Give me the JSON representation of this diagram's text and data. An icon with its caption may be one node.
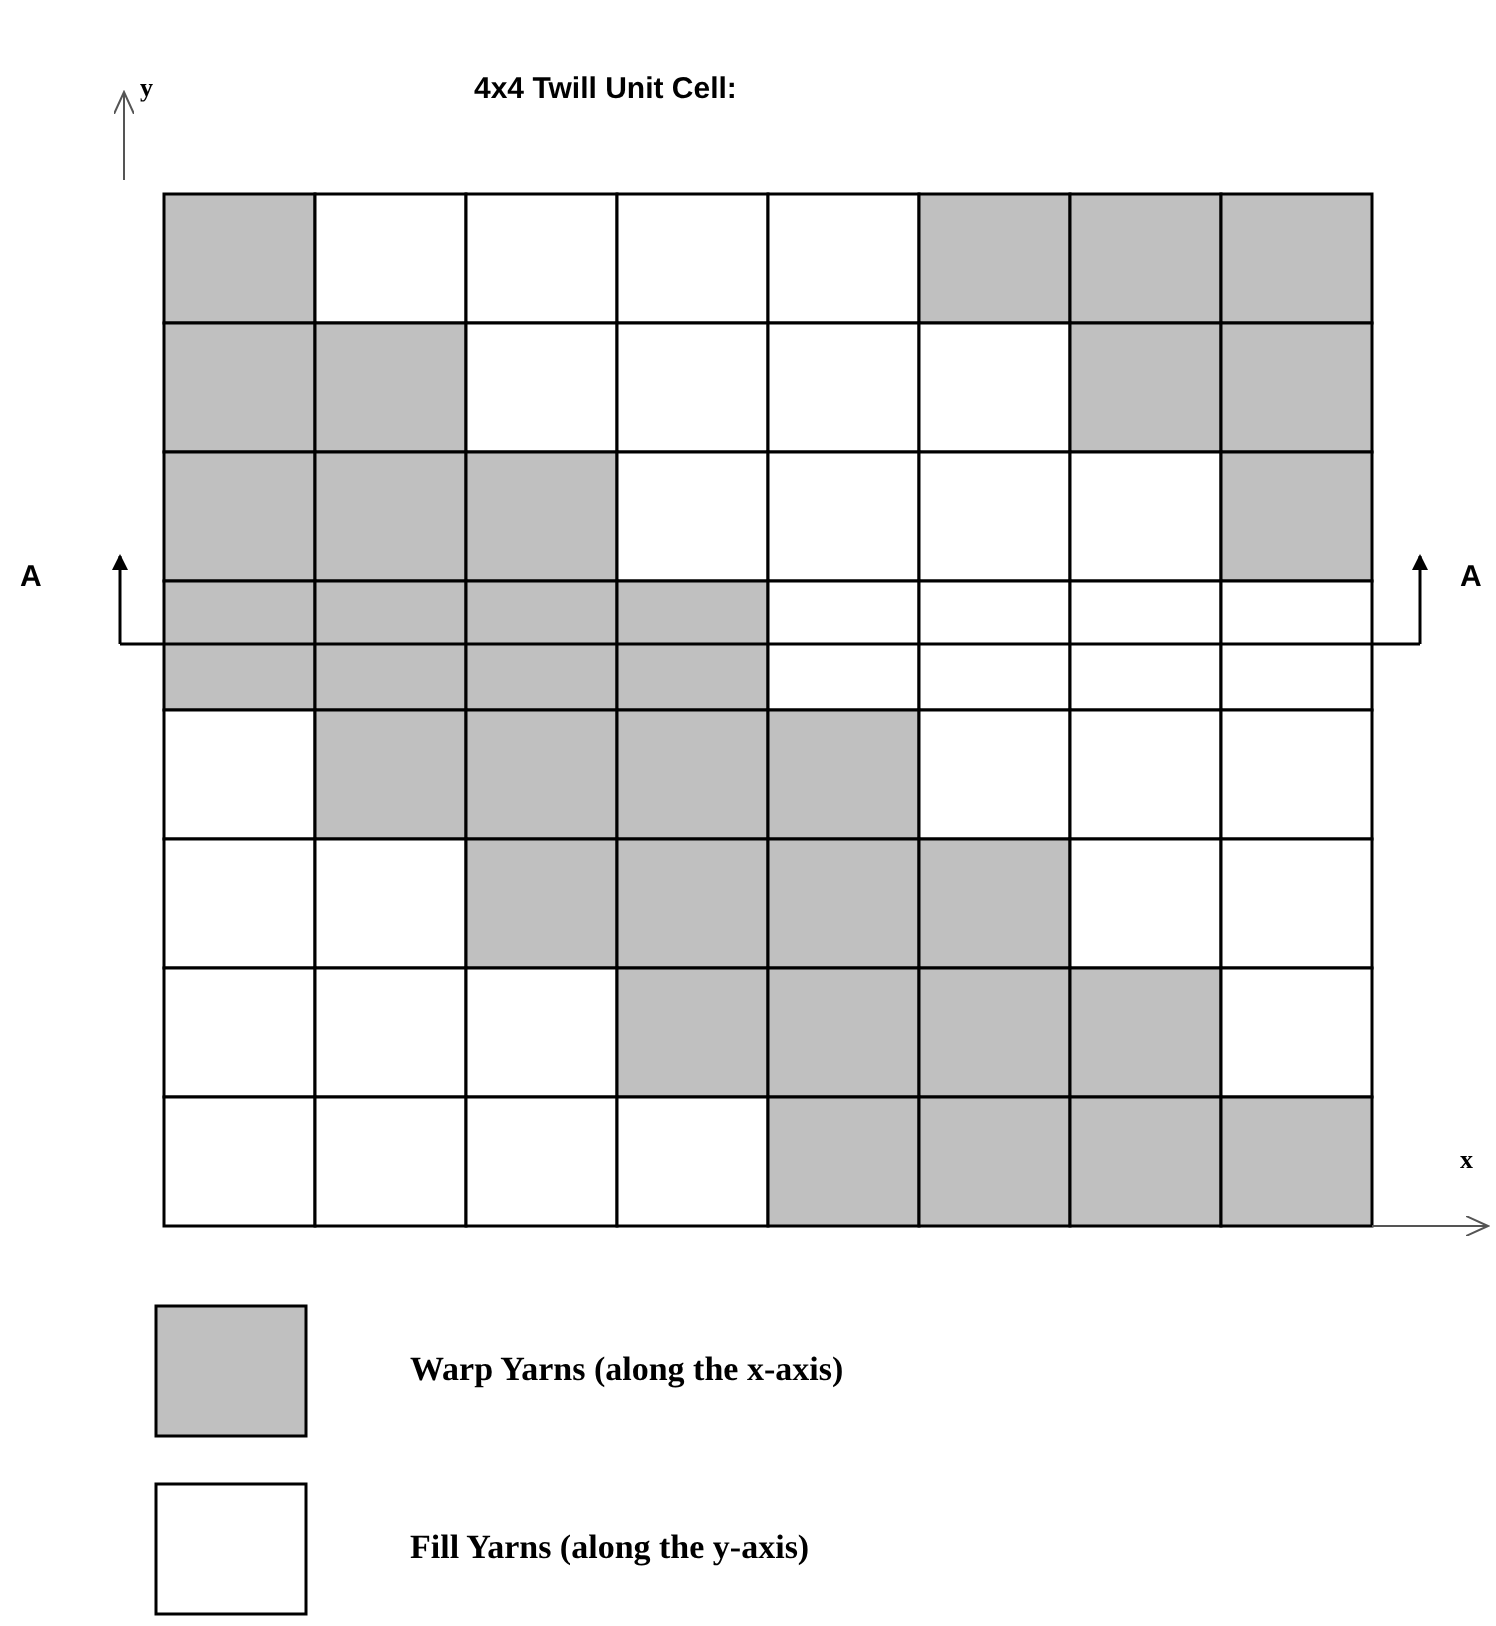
{
  "diagram": {
    "title": "4x4 Twill Unit Cell:",
    "labels": [
      "y",
      "A",
      "A",
      "x"
    ],
    "legend": [
      {
        "text": "Warp Yarns (along the x-axis)",
        "color": "#c0c0c0"
      },
      {
        "text": "Fill Yarns (along the y-axis)",
        "color": "#ffffff"
      }
    ]
  }
}
